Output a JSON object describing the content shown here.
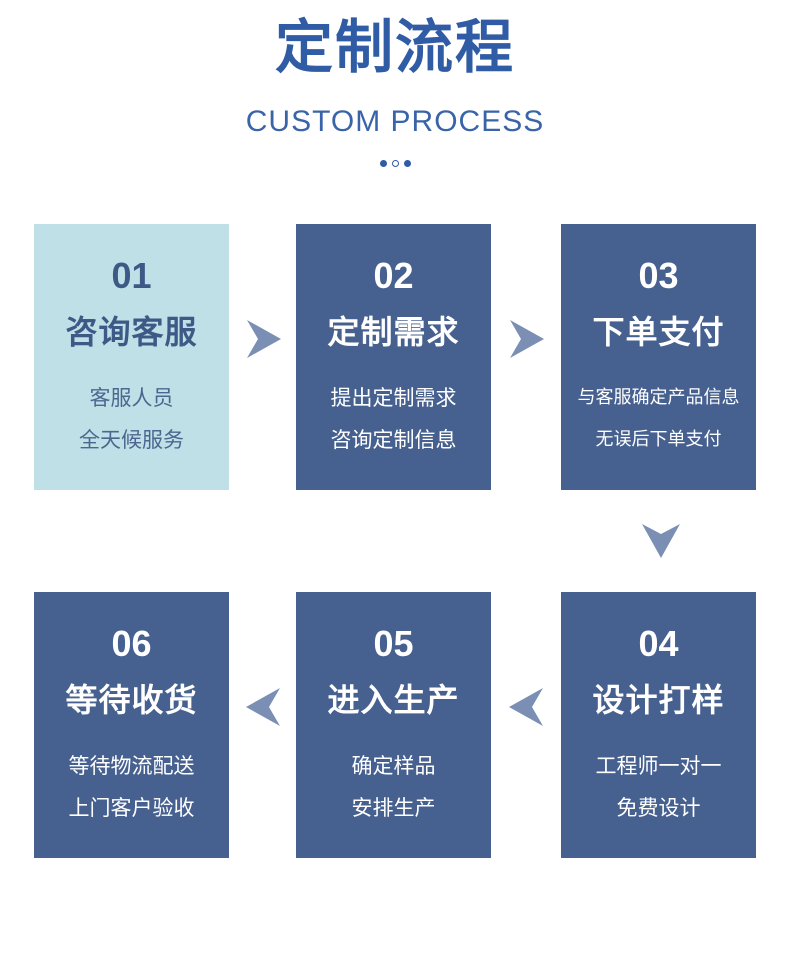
{
  "header": {
    "title": "定制流程",
    "subtitle": "CUSTOM PROCESS"
  },
  "colors": {
    "primary": "#2f5ca5",
    "card": "#46608f",
    "card_light": "#bfe0e6",
    "arrow": "#7a8fb3"
  },
  "steps": [
    {
      "num": "01",
      "name": "咨询客服",
      "line1": "客服人员",
      "line2": "全天候服务"
    },
    {
      "num": "02",
      "name": "定制需求",
      "line1": "提出定制需求",
      "line2": "咨询定制信息"
    },
    {
      "num": "03",
      "name": "下单支付",
      "line1": "与客服确定产品信息",
      "line2": "无误后下单支付"
    },
    {
      "num": "04",
      "name": "设计打样",
      "line1": "工程师一对一",
      "line2": "免费设计"
    },
    {
      "num": "05",
      "name": "进入生产",
      "line1": "确定样品",
      "line2": "安排生产"
    },
    {
      "num": "06",
      "name": "等待收货",
      "line1": "等待物流配送",
      "line2": "上门客户验收"
    }
  ],
  "icons": {
    "arrow_right": "chevron-right-icon",
    "arrow_down": "chevron-down-icon",
    "arrow_left": "chevron-left-icon"
  }
}
